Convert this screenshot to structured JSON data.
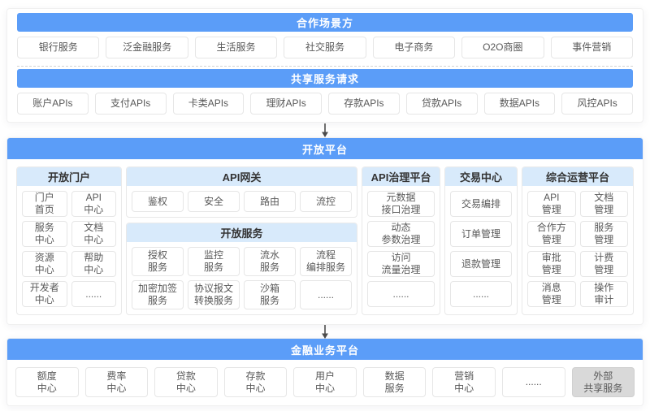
{
  "colors": {
    "header_blue": "#5B9DF8",
    "subheader_blue": "#D8EAFB",
    "gray_box": "#D9D9D9",
    "node_text": "#595959"
  },
  "cooperation": {
    "title": "合作场景方",
    "items": [
      "银行服务",
      "泛金融服务",
      "生活服务",
      "社交服务",
      "电子商务",
      "O2O商圈",
      "事件营销"
    ]
  },
  "shared": {
    "title": "共享服务请求",
    "items": [
      "账户APIs",
      "支付APIs",
      "卡类APIs",
      "理财APIs",
      "存款APIs",
      "贷款APIs",
      "数据APIs",
      "风控APIs"
    ]
  },
  "open_platform": {
    "title": "开放平台",
    "portal": {
      "title": "开放门户",
      "items": [
        "门户\n首页",
        "API\n中心",
        "服务\n中心",
        "文档\n中心",
        "资源\n中心",
        "帮助\n中心",
        "开发者\n中心",
        "......"
      ]
    },
    "gateway": {
      "title": "API网关",
      "items": [
        "鉴权",
        "安全",
        "路由",
        "流控"
      ]
    },
    "open_services": {
      "title": "开放服务",
      "items": [
        "授权\n服务",
        "监控\n服务",
        "流水\n服务",
        "流程\n编排服务",
        "加密加签\n服务",
        "协议报文\n转换服务",
        "沙箱\n服务",
        "......"
      ]
    },
    "governance": {
      "title": "API治理平台",
      "items": [
        "元数据\n接口治理",
        "动态\n参数治理",
        "访问\n流量治理",
        "......"
      ]
    },
    "trade": {
      "title": "交易中心",
      "items": [
        "交易编排",
        "订单管理",
        "退款管理",
        "......"
      ]
    },
    "operations": {
      "title": "综合运营平台",
      "items": [
        "API\n管理",
        "文档\n管理",
        "合作方\n管理",
        "服务\n管理",
        "审批\n管理",
        "计费\n管理",
        "消息\n管理",
        "操作\n审计"
      ]
    }
  },
  "finance": {
    "title": "金融业务平台",
    "items": [
      "额度\n中心",
      "费率\n中心",
      "贷款\n中心",
      "存款\n中心",
      "用户\n中心",
      "数据\n服务",
      "营销\n中心",
      "......",
      "外部\n共享服务"
    ]
  }
}
